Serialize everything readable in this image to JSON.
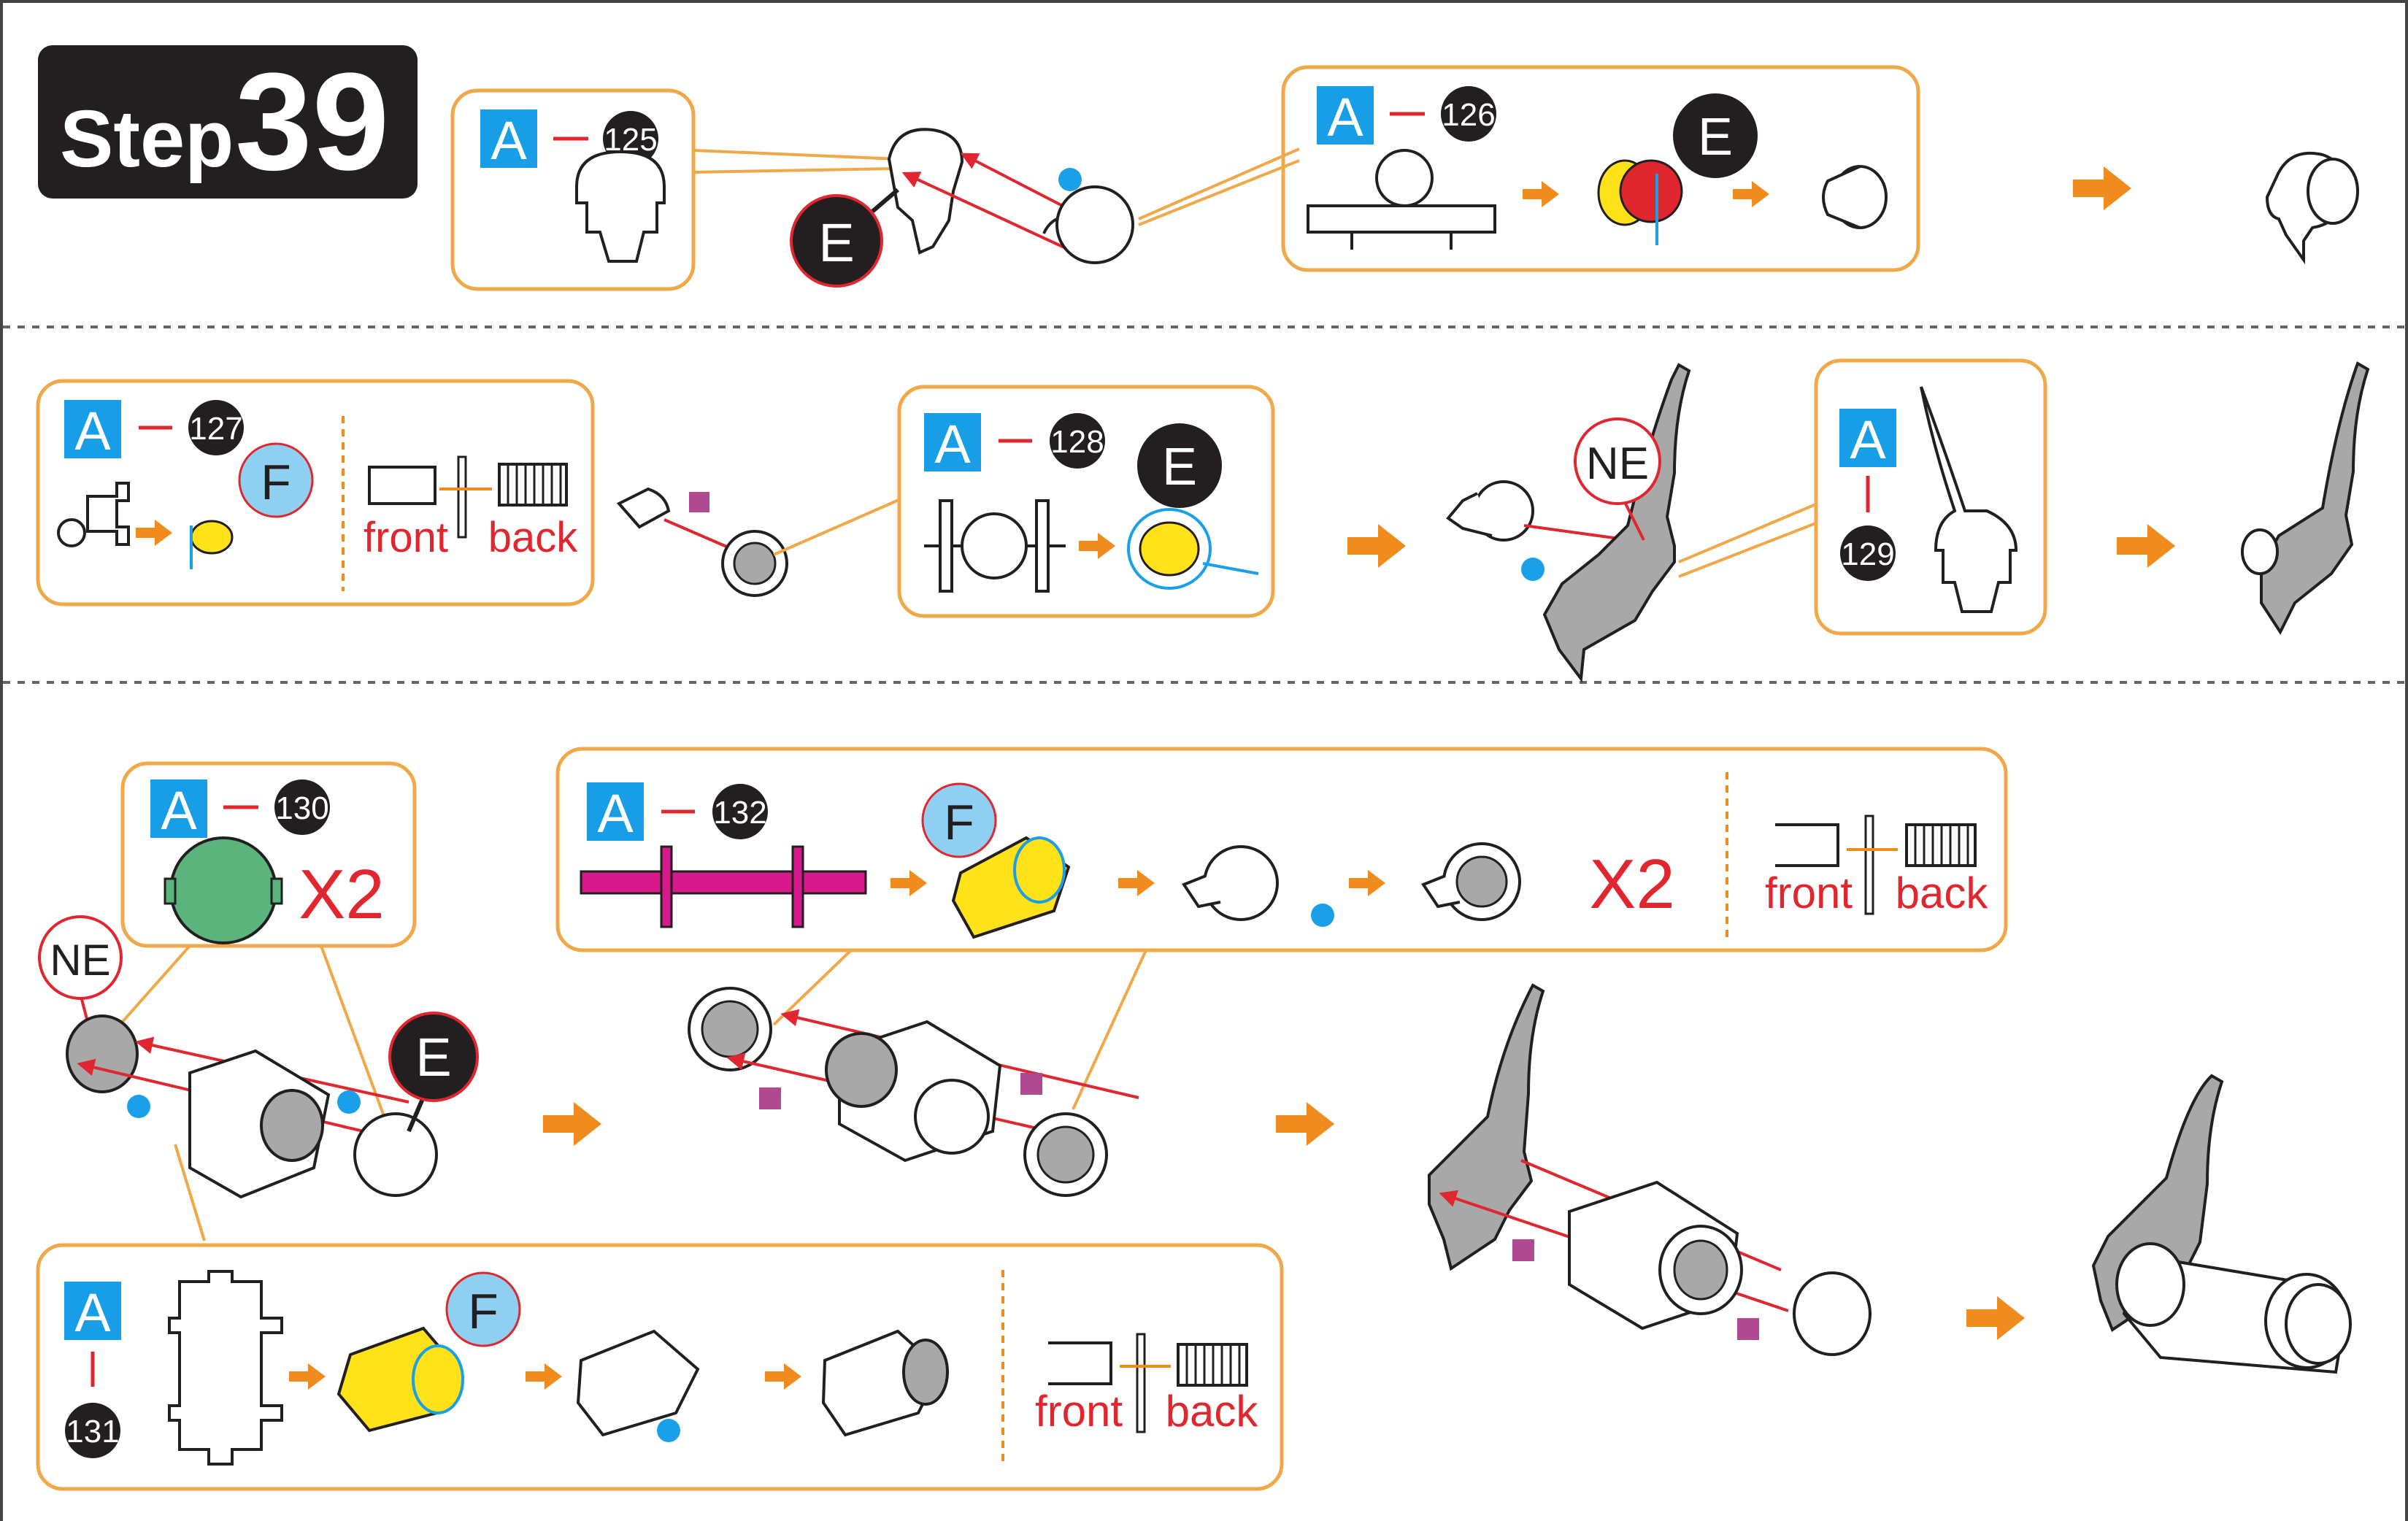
{
  "step": {
    "word": "Step",
    "number": "39"
  },
  "colors": {
    "callout_border": "#f0a848",
    "arrow": "#f08c1e",
    "sheet_badge": "#189ee6",
    "red": "#e0262e",
    "dark": "#231f20",
    "magenta": "#d61a8c",
    "yellow": "#ffe219",
    "green": "#5ab47c",
    "grey": "#a8a8a8",
    "blue_dot": "#1aa0e8",
    "purple_sq": "#b04a90",
    "light_blue": "#8fd0f2"
  },
  "labels": {
    "sheet": "A",
    "dash": "—",
    "glue_E": "E",
    "glue_F": "F",
    "ne": "NE",
    "front": "front",
    "back": "back",
    "x2": "X2"
  },
  "parts": {
    "p125": "125",
    "p126": "126",
    "p127": "127",
    "p128": "128",
    "p129": "129",
    "p130": "130",
    "p131": "131",
    "p132": "132"
  },
  "icons": [
    "arrow-right-icon",
    "blue-dot-icon",
    "purple-square-icon",
    "glue-e-icon",
    "glue-f-icon",
    "ne-marker-icon"
  ]
}
